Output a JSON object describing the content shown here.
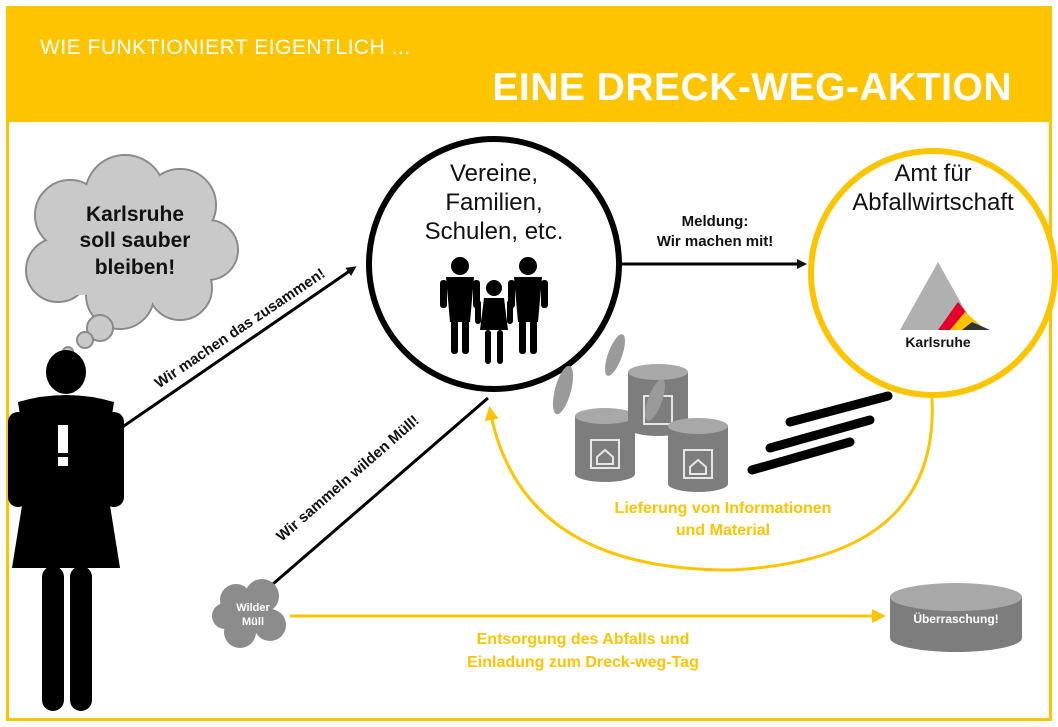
{
  "header": {
    "subtitle": "WIE FUNKTIONIERT EIGENTLICH ...",
    "title": "EINE DRECK-WEG-AKTION"
  },
  "thought": {
    "text_l1": "Karlsruhe",
    "text_l2": "soll sauber",
    "text_l3": "bleiben!"
  },
  "circle_groups": {
    "l1": "Vereine,",
    "l2": "Familien,",
    "l3": "Schulen, etc."
  },
  "circle_amt": {
    "l1": "Amt für",
    "l2": "Abfallwirtschaft",
    "logo_text": "Karlsruhe"
  },
  "arrows": {
    "together": "Wir machen das zusammen!",
    "report_l1": "Meldung:",
    "report_l2": "Wir machen mit!",
    "collect": "Wir sammeln wilden Müll!",
    "delivery_l1": "Lieferung von Informationen",
    "delivery_l2": "und Material",
    "disposal_l1": "Entsorgung des Abfalls und",
    "disposal_l2": "Einladung zum Dreck-weg-Tag"
  },
  "wild_trash": {
    "l1": "Wilder",
    "l2": "Müll"
  },
  "surprise": "Überraschung!",
  "colors": {
    "accent": "#FFC400",
    "gray": "#8A8A8A",
    "dark": "#111111"
  }
}
